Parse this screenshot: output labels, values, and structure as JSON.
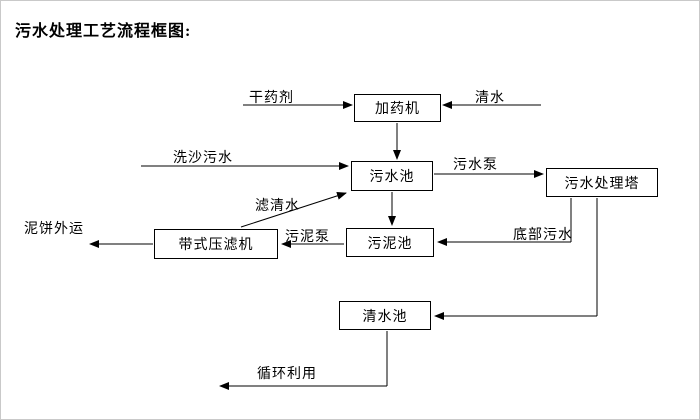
{
  "title": "污水处理工艺流程框图:",
  "nodes": {
    "dosing_machine": "加药机",
    "sewage_pool": "污水池",
    "treatment_tower": "污水处理塔",
    "sludge_pool": "污泥池",
    "belt_filter_press": "带式压滤机",
    "clear_water_pool": "清水池"
  },
  "labels": {
    "dry_agent": "干药剂",
    "clear_water": "清水",
    "sand_washing_sewage": "洗沙污水",
    "sewage_pump": "污水泵",
    "filtered_water": "滤清水",
    "sludge_pump": "污泥泵",
    "bottom_sewage": "底部污水",
    "mud_cake_out": "泥饼外运",
    "recycle": "循环利用"
  },
  "edges": [
    {
      "from": "干药剂",
      "to": "加药机"
    },
    {
      "from": "清水",
      "to": "加药机"
    },
    {
      "from": "加药机",
      "to": "污水池"
    },
    {
      "from": "洗沙污水",
      "to": "污水池"
    },
    {
      "from": "污水池",
      "to": "污水处理塔",
      "label": "污水泵"
    },
    {
      "from": "污水池",
      "to": "污泥池"
    },
    {
      "from": "带式压滤机",
      "to": "污水池",
      "label": "滤清水"
    },
    {
      "from": "污水处理塔",
      "to": "污泥池",
      "label": "底部污水"
    },
    {
      "from": "污泥池",
      "to": "带式压滤机",
      "label": "污泥泵"
    },
    {
      "from": "带式压滤机",
      "to": "泥饼外运"
    },
    {
      "from": "污水处理塔",
      "to": "清水池"
    },
    {
      "from": "清水池",
      "to": "循环利用"
    }
  ],
  "colors": {
    "line": "#000000",
    "text": "#000000",
    "background": "#ffffff",
    "frame": "#c9c9c9"
  }
}
